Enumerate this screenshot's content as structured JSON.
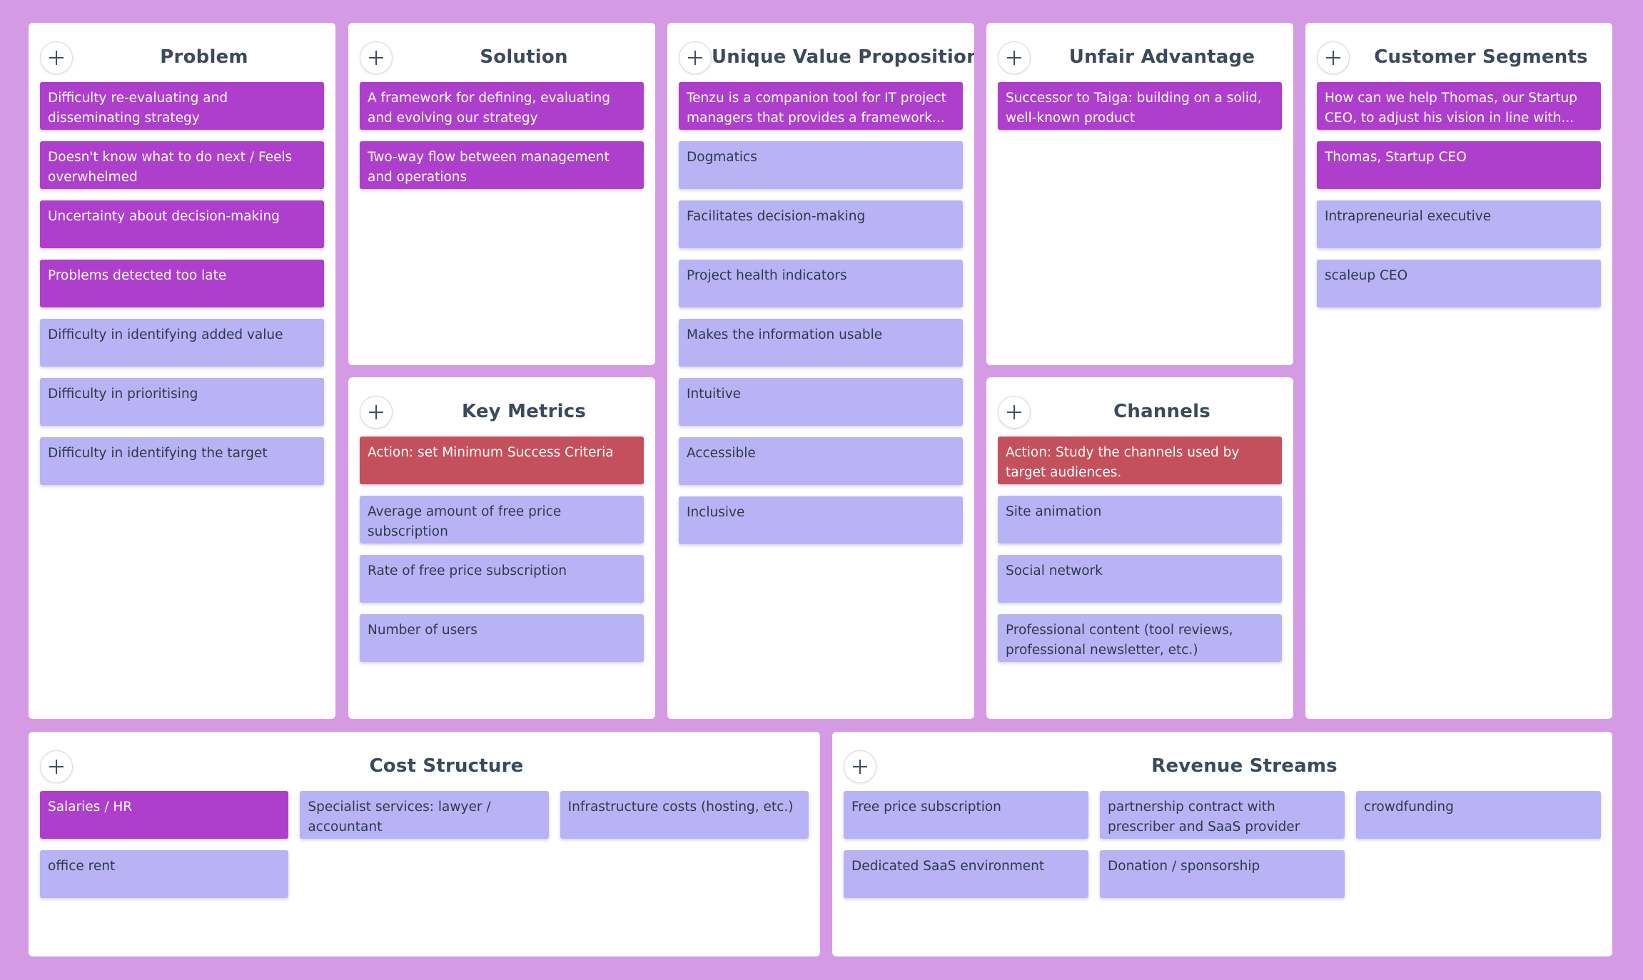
{
  "problem": {
    "title": "Problem",
    "cards": [
      {
        "text": "Difficulty re-evaluating and disseminating strategy",
        "color": "#ae3fcd"
      },
      {
        "text": "Doesn't know what to do next / Feels overwhelmed",
        "color": "#ae3fcd"
      },
      {
        "text": "Uncertainty about decision-making",
        "color": "#ae3fcd"
      },
      {
        "text": "Problems detected too late",
        "color": "#ae3fcd"
      },
      {
        "text": "Difficulty in identifying added value",
        "color": "#b9b3f5"
      },
      {
        "text": "Difficulty in prioritising",
        "color": "#b9b3f5"
      },
      {
        "text": "Difficulty in identifying the target",
        "color": "#b9b3f5"
      }
    ]
  },
  "solution": {
    "title": "Solution",
    "cards": [
      {
        "text": "A framework for defining, evaluating and evolving our strategy",
        "color": "#ae3fcd"
      },
      {
        "text": "Two-way flow between management and operations",
        "color": "#ae3fcd"
      }
    ]
  },
  "key_metrics": {
    "title": "Key Metrics",
    "cards": [
      {
        "text": "Action: set Minimum Success Criteria",
        "color": "#c4505e"
      },
      {
        "text": "Average amount of free price subscription",
        "color": "#b9b3f5"
      },
      {
        "text": "Rate of free price subscription",
        "color": "#b9b3f5"
      },
      {
        "text": "Number of users",
        "color": "#b9b3f5"
      }
    ]
  },
  "uvp": {
    "title": "Unique Value Proposition",
    "cards": [
      {
        "text": "Tenzu is a companion tool for IT project managers that provides a framework...",
        "color": "#ae3fcd"
      },
      {
        "text": "Dogmatics",
        "color": "#b9b3f5"
      },
      {
        "text": "Facilitates decision-making",
        "color": "#b9b3f5"
      },
      {
        "text": "Project health indicators",
        "color": "#b9b3f5"
      },
      {
        "text": "Makes the information usable",
        "color": "#b9b3f5"
      },
      {
        "text": "Intuitive",
        "color": "#b9b3f5"
      },
      {
        "text": "Accessible",
        "color": "#b9b3f5"
      },
      {
        "text": "Inclusive",
        "color": "#b9b3f5"
      }
    ]
  },
  "unfair_advantage": {
    "title": "Unfair Advantage",
    "cards": [
      {
        "text": "Successor to Taiga: building on a solid, well-known product",
        "color": "#ae3fcd"
      }
    ]
  },
  "channels": {
    "title": "Channels",
    "cards": [
      {
        "text": "Action: Study the channels used by target audiences.",
        "color": "#c4505e"
      },
      {
        "text": "Site animation",
        "color": "#b9b3f5"
      },
      {
        "text": "Social network",
        "color": "#b9b3f5"
      },
      {
        "text": "Professional content (tool reviews, professional newsletter, etc.)",
        "color": "#b9b3f5"
      }
    ]
  },
  "customer_segments": {
    "title": "Customer Segments",
    "cards": [
      {
        "text": "How can we help Thomas, our Startup CEO, to adjust his vision in line with...",
        "color": "#ae3fcd"
      },
      {
        "text": "Thomas, Startup CEO",
        "color": "#ae3fcd"
      },
      {
        "text": "Intrapreneurial executive",
        "color": "#b9b3f5"
      },
      {
        "text": "scaleup CEO",
        "color": "#b9b3f5"
      }
    ]
  },
  "cost_structure": {
    "title": "Cost Structure",
    "cards": [
      {
        "text": "Salaries / HR",
        "color": "#ae3fcd"
      },
      {
        "text": "Specialist services: lawyer / accountant",
        "color": "#b9b3f5"
      },
      {
        "text": "Infrastructure costs (hosting, etc.)",
        "color": "#b9b3f5"
      },
      {
        "text": "office rent",
        "color": "#b9b3f5"
      }
    ]
  },
  "revenue_streams": {
    "title": "Revenue Streams",
    "cards": [
      {
        "text": "Free price subscription",
        "color": "#b9b3f5"
      },
      {
        "text": "partnership contract with prescriber and SaaS provider",
        "color": "#b9b3f5"
      },
      {
        "text": "crowdfunding",
        "color": "#b9b3f5"
      },
      {
        "text": "Dedicated SaaS environment",
        "color": "#b9b3f5"
      },
      {
        "text": "Donation / sponsorship",
        "color": "#b9b3f5"
      }
    ]
  }
}
